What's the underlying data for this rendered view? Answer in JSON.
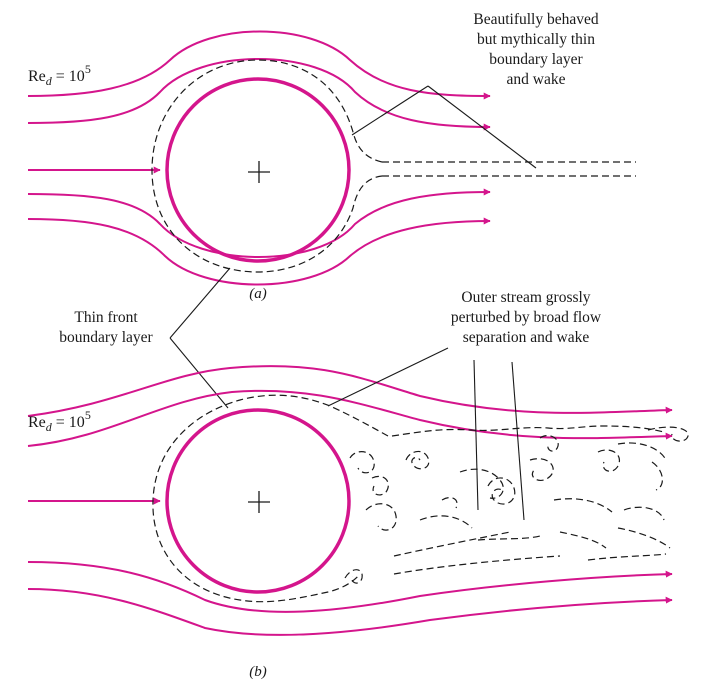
{
  "panel_a": {
    "reynolds_base": "Re",
    "reynolds_sub": "d",
    "reynolds_eq": " = 10",
    "reynolds_exp": "5",
    "annotation_lines": [
      "Beautifully behaved",
      "but mythically thin",
      "boundary layer",
      "and wake"
    ],
    "caption": "(a)"
  },
  "shared": {
    "annotation_lines": [
      "Thin front",
      "boundary layer"
    ]
  },
  "panel_b": {
    "reynolds_base": "Re",
    "reynolds_sub": "d",
    "reynolds_eq": " = 10",
    "reynolds_exp": "5",
    "annotation_lines": [
      "Outer stream grossly",
      "perturbed by broad flow",
      "separation and wake"
    ],
    "caption": "(b)"
  },
  "colors": {
    "streamline": "#d4158c",
    "ink": "#1a1a1a"
  }
}
